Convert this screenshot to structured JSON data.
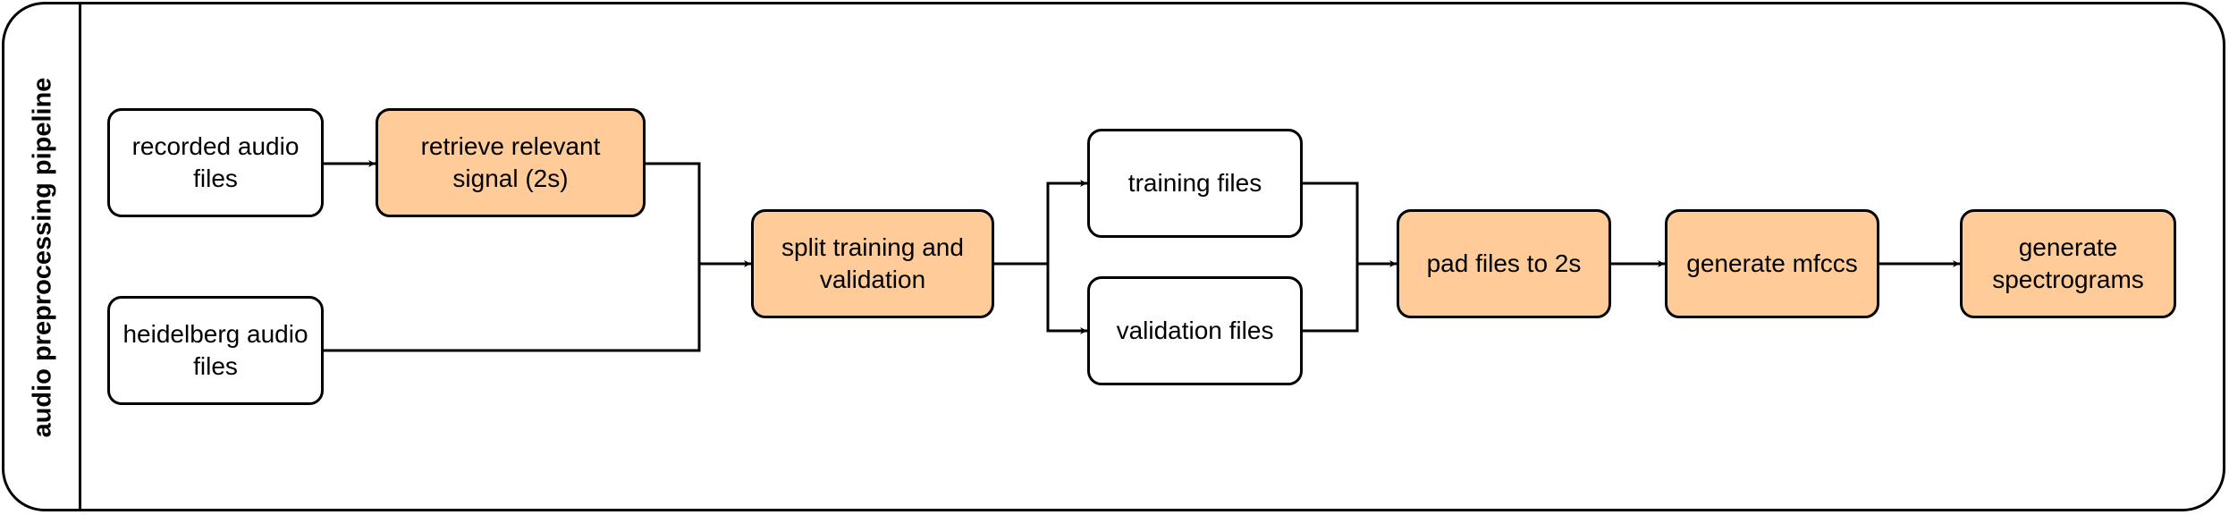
{
  "diagram": {
    "lane_title": "audio preprocessing pipeline",
    "colors": {
      "process_fill": "#ffcc99",
      "io_fill": "#ffffff",
      "stroke": "#000000"
    },
    "nodes": {
      "recorded_audio": "recorded audio files",
      "heidelberg_audio": "heidelberg audio files",
      "retrieve_signal": "retrieve relevant signal (2s)",
      "split": "split training and validation",
      "training_files": "training files",
      "validation_files": "validation files",
      "pad_files": "pad files to 2s",
      "mfccs": "generate mfccs",
      "spectrograms": "generate spectrograms"
    },
    "edges": [
      {
        "from": "recorded_audio",
        "to": "retrieve_signal"
      },
      {
        "from": "retrieve_signal",
        "to": "split"
      },
      {
        "from": "heidelberg_audio",
        "to": "split"
      },
      {
        "from": "split",
        "to": "training_files"
      },
      {
        "from": "split",
        "to": "validation_files"
      },
      {
        "from": "training_files",
        "to": "pad_files"
      },
      {
        "from": "validation_files",
        "to": "pad_files"
      },
      {
        "from": "pad_files",
        "to": "mfccs"
      },
      {
        "from": "mfccs",
        "to": "spectrograms"
      }
    ]
  }
}
